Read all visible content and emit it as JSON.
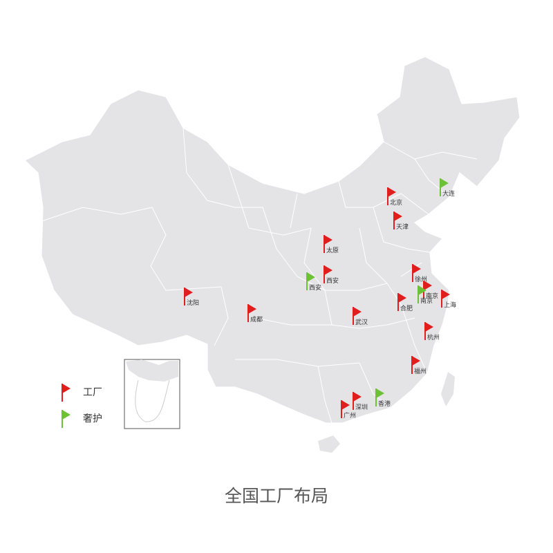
{
  "title": "全国工厂布局",
  "colors": {
    "factory": "#e01e1e",
    "care": "#6cc134",
    "land": "#e4e4e6",
    "border": "#ffffff"
  },
  "legend": [
    {
      "label": "工厂",
      "type": "factory"
    },
    {
      "label": "奢护",
      "type": "care"
    }
  ],
  "markers": [
    {
      "label": "北京",
      "type": "factory"
    },
    {
      "label": "大连",
      "type": "care"
    },
    {
      "label": "天津",
      "type": "factory"
    },
    {
      "label": "太原",
      "type": "factory"
    },
    {
      "label": "西安",
      "type": "care"
    },
    {
      "label": "西安",
      "type": "factory"
    },
    {
      "label": "徐州",
      "type": "factory"
    },
    {
      "label": "南京",
      "type": "factory"
    },
    {
      "label": "南京",
      "type": "care"
    },
    {
      "label": "上海",
      "type": "factory"
    },
    {
      "label": "合肥",
      "type": "factory"
    },
    {
      "label": "沈阳",
      "type": "factory"
    },
    {
      "label": "成都",
      "type": "factory"
    },
    {
      "label": "武汉",
      "type": "factory"
    },
    {
      "label": "杭州",
      "type": "factory"
    },
    {
      "label": "福州",
      "type": "factory"
    },
    {
      "label": "深圳",
      "type": "factory"
    },
    {
      "label": "广州",
      "type": "factory"
    },
    {
      "label": "香港",
      "type": "care"
    }
  ]
}
